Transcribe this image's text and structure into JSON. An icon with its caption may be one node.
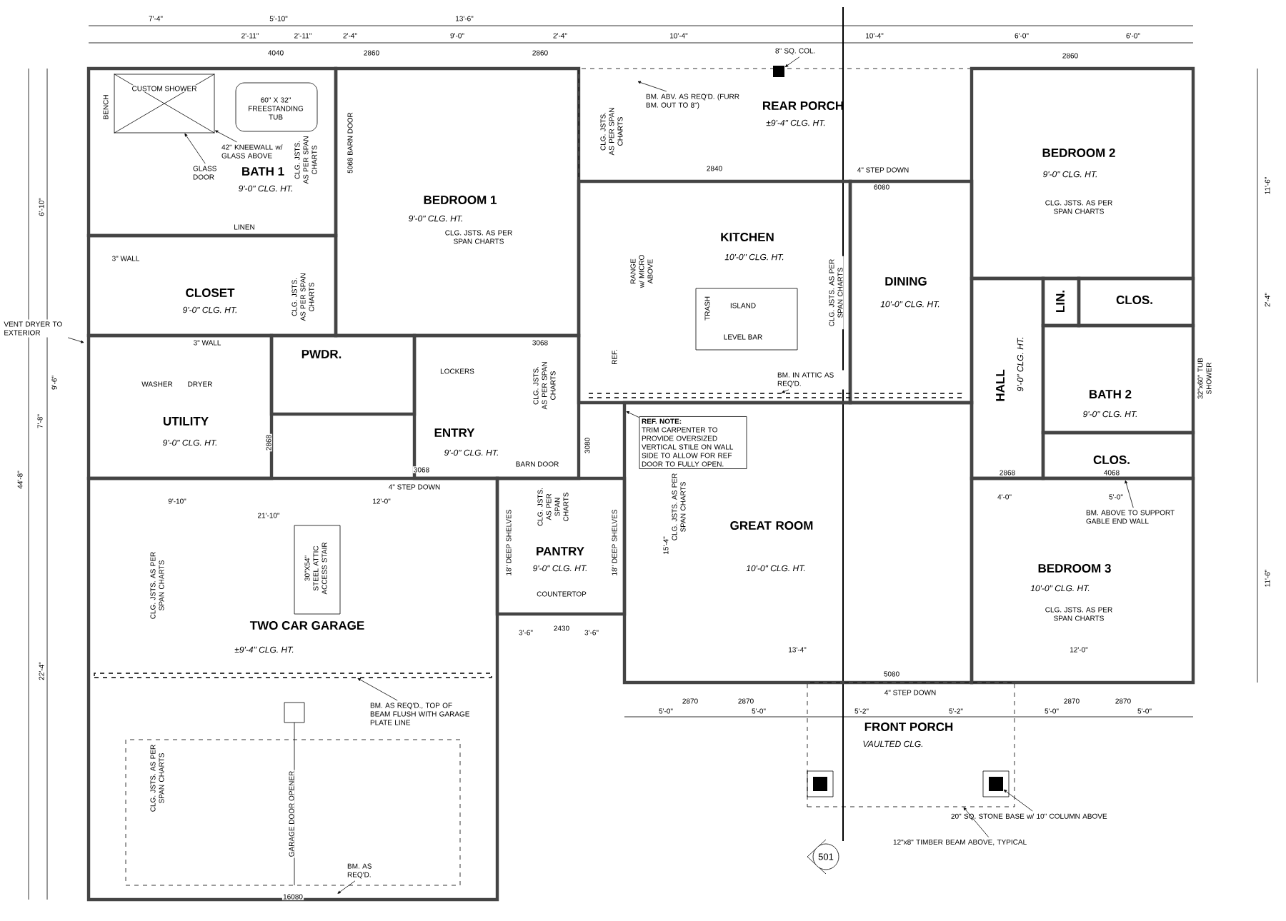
{
  "diagram": {
    "nodes": [
      {
        "text": [
          "BATH 1",
          "9'-0\" CLG. HT."
        ]
      },
      {
        "text": [
          "CLOSET",
          "9'-0\" CLG. HT."
        ]
      },
      {
        "text": [
          "BEDROOM 1",
          "9'-0\" CLG. HT.",
          "CLG. JSTS. AS PER SPAN CHARTS"
        ]
      },
      {
        "text": [
          "UTILITY",
          "9'-0\" CLG. HT."
        ]
      },
      {
        "text": [
          "PWDR."
        ]
      },
      {
        "text": [
          "ENTRY",
          "9'-0\" CLG. HT."
        ]
      },
      {
        "text": [
          "REAR PORCH",
          "±9'-4\" CLG. HT."
        ]
      },
      {
        "text": [
          "KITCHEN",
          "10'-0\" CLG. HT."
        ]
      },
      {
        "text": [
          "DINING",
          "10'-0\" CLG. HT."
        ]
      },
      {
        "text": [
          "GREAT ROOM",
          "10'-0\" CLG. HT."
        ]
      },
      {
        "text": [
          "BEDROOM 2",
          "9'-0\" CLG. HT.",
          "CLG. JSTS. AS PER SPAN CHARTS"
        ]
      },
      {
        "text": [
          "LIN."
        ]
      },
      {
        "text": [
          "CLOS."
        ]
      },
      {
        "text": [
          "HALL",
          "9'-0\" CLG. HT."
        ]
      },
      {
        "text": [
          "BATH 2",
          "9'-0\" CLG. HT."
        ]
      },
      {
        "text": [
          "CLOS."
        ]
      },
      {
        "text": [
          "BEDROOM 3",
          "10'-0\" CLG. HT.",
          "CLG. JSTS. AS PER SPAN CHARTS"
        ]
      },
      {
        "text": [
          "PANTRY",
          "9'-0\" CLG. HT."
        ]
      },
      {
        "text": [
          "TWO CAR GARAGE",
          "±9'-4\" CLG. HT."
        ]
      },
      {
        "text": [
          "FRONT PORCH",
          "VAULTED CLG."
        ]
      },
      {
        "text": [
          "VENT DRYER TO EXTERIOR"
        ]
      },
      {
        "text": [
          "42\" KNEEWALL w/ GLASS ABOVE"
        ],
        "in": 0
      },
      {
        "text": [
          "GLASS DOOR"
        ],
        "in": 0
      },
      {
        "text": [
          "8\" SQ. COL."
        ]
      },
      {
        "text": [
          "BM. ABV. AS REQ'D. (FURR BM. OUT TO 8\")"
        ],
        "in": 6
      },
      {
        "text": [
          "BM. IN ATTIC AS REQ'D."
        ],
        "in": 7
      },
      {
        "text": [
          "REF. NOTE:",
          "TRIM CARPENTER TO PROVIDE OVERSIZED VERTICAL STILE ON WALL SIDE TO ALLOW FOR REF DOOR TO FULLY OPEN."
        ],
        "in": 9
      },
      {
        "text": [
          "BM. AS REQ'D., TOP OF BEAM FLUSH WITH GARAGE PLATE LINE"
        ],
        "in": 18
      },
      {
        "text": [
          "BM. AS REQ'D."
        ],
        "in": 18
      },
      {
        "text": [
          "BM. ABOVE TO SUPPORT GABLE END WALL"
        ],
        "in": 16
      },
      {
        "text": [
          "20\" SQ. STONE BASE w/ 10\" COLUMN ABOVE"
        ]
      },
      {
        "text": [
          "12\"x8\" TIMBER BEAM ABOVE, TYPICAL"
        ]
      },
      {
        "text": [
          "501"
        ]
      },
      {
        "text": [],
        "shape": "box"
      },
      {
        "text": [],
        "shape": "box",
        "in": 19
      },
      {
        "text": [],
        "shape": "box",
        "in": 19
      },
      {
        "text": [
          "CUSTOM SHOWER"
        ],
        "in": 0
      },
      {
        "text": [],
        "shape": "bar"
      },
      {
        "text": [],
        "shape": "bar",
        "in": 18
      }
    ],
    "edges": [
      {
        "from": 20,
        "to": null,
        "arrow": "to"
      },
      {
        "from": 21,
        "to": 36,
        "arrow": "to"
      },
      {
        "from": 22,
        "to": 36,
        "arrow": "to"
      },
      {
        "from": 23,
        "to": 33,
        "arrow": "to"
      },
      {
        "from": 24,
        "to": null,
        "arrow": "to"
      },
      {
        "from": 25,
        "to": 37,
        "arrow": "to"
      },
      {
        "from": 26,
        "to": null,
        "arrow": "to"
      },
      {
        "from": 27,
        "to": 38,
        "arrow": "to"
      },
      {
        "from": 28,
        "to": null,
        "arrow": "to"
      },
      {
        "from": 29,
        "to": 15,
        "arrow": "to"
      },
      {
        "from": 30,
        "to": 35,
        "arrow": "to"
      },
      {
        "from": 31,
        "to": 19,
        "arrow": "to"
      }
    ],
    "labels": [
      "7'-4\"",
      "5'-10\"",
      "13'-6\"",
      "2'-11\"",
      "2'-11\"",
      "2'-4\"",
      "9'-0\"",
      "2'-4\"",
      "10'-4\"",
      "10'-4\"",
      "6'-0\"",
      "6'-0\"",
      "4040",
      "2860",
      "2860",
      "2860",
      "44'-8\"",
      "22'-4\"",
      "6'-10\"",
      "9'-6\"",
      "7'-8\"",
      "11'-6\"",
      "11'-6\"",
      "2'-4\"",
      "16080",
      "2870",
      "2870",
      "5'-0\"",
      "5'-0\"",
      "5'-2\"",
      "5'-2\"",
      "2870",
      "2870",
      "5'-0\"",
      "5'-0\"",
      "5080",
      "4\" STEP DOWN",
      "9'-10\"",
      "12'-0\"",
      "21'-10\"",
      "3'-6\"",
      "2430",
      "3'-6\"",
      "15'-4\"",
      "13'-4\"",
      "12'-0\"",
      "4'-0\"",
      "5'-0\"",
      "2868",
      "4068",
      "BENCH",
      "60\" X 32\" FREESTANDING TUB",
      "LINEN",
      "WASHER",
      "DRYER",
      "LOCKERS",
      "ISLAND",
      "LEVEL BAR",
      "TRASH",
      "COUNTERTOP",
      "18\" DEEP SHELVES",
      "18\" DEEP SHELVES",
      "GARAGE DOOR OPENER",
      "30\"X54\" STEEL ATTIC ACCESS STAIR",
      "RANGE w/ MICRO ABOVE",
      "REF.",
      "32\"x60\" TUB SHOWER",
      "5068 BARN DOOR",
      "BARN DOOR",
      "3068",
      "4\" STEP DOWN",
      "4\" STEP DOWN",
      "6080",
      "CLG. JSTS. AS PER SPAN CHARTS",
      "CLG. JSTS. AS PER SPAN CHARTS",
      "CLG. JSTS. AS PER SPAN CHARTS",
      "CLG. JSTS. AS PER SPAN CHARTS",
      "CLG. JSTS. AS PER SPAN CHARTS",
      "CLG. JSTS. AS PER SPAN CHARTS",
      "CLG. JSTS. AS PER SPAN CHARTS",
      "CLG. JSTS. AS PER SPAN CHARTS",
      "3\" WALL",
      "3\" WALL",
      "3068",
      "2868",
      "3080",
      "2840",
      "CLG. JSTS. AS PER SPAN CHARTS"
    ]
  }
}
